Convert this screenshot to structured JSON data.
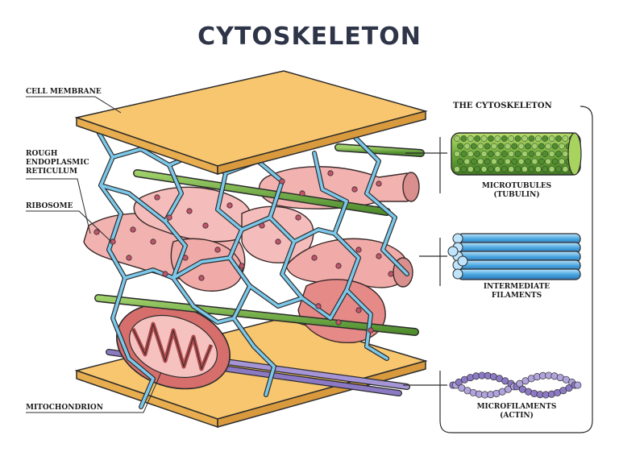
{
  "title": "CYTOSKELETON",
  "labels": {
    "cell_membrane": "CELL MEMBRANE",
    "rough_er": "ROUGH\nENDOPLASMIC\nRETICULUM",
    "ribosome": "RIBOSOME",
    "mitochondrion": "MITOCHONDRION"
  },
  "legend": {
    "heading": "THE CYTOSKELETON",
    "microtubules": "MICROTUBULES\n(TUBULIN)",
    "intermediate": "INTERMEDIATE\nFILAMENTS",
    "microfilaments": "MICROFILAMENTS\n(ACTIN)"
  },
  "colors": {
    "membrane": "#f7c66e",
    "membrane_side": "#e8ad4f",
    "er": "#f2b2b0",
    "er_dark": "#d98f8d",
    "ribosome": "#c2546a",
    "mitochondrion": "#d66e6c",
    "microtubule": "#6fad3a",
    "intermediate": "#4aa7e0",
    "network": "#7cc8ea",
    "microfilament": "#8c79c4"
  },
  "icons": {
    "microtubule": "microtubule-icon",
    "intermediate": "intermediate-filament-icon",
    "microfilament": "microfilament-icon"
  }
}
